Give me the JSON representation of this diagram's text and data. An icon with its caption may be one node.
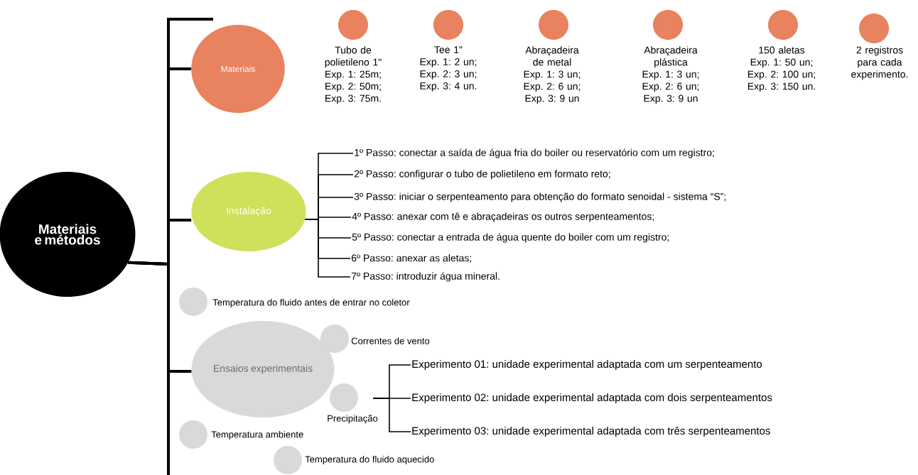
{
  "diagram": {
    "nodes": [
      {
        "text": [
          "Materiais e métodos"
        ]
      },
      {
        "text": [
          "Materiais"
        ]
      },
      {
        "text": [
          "Tubo de polietileno 1\"",
          "Exp. 1: 25m;",
          "Exp. 2: 50m;",
          "Exp. 3: 75m."
        ]
      },
      {
        "text": [
          "Tee 1\"",
          "Exp. 1: 2 un;",
          "Exp. 2: 3 un;",
          "Exp. 3: 4 un."
        ]
      },
      {
        "text": [
          "Abraçadeira de metal",
          "Exp. 1: 3 un;",
          "Exp. 2: 6 un;",
          "Exp. 3: 9 un"
        ]
      },
      {
        "text": [
          "Abraçadeira plástica",
          "Exp. 1: 3 un;",
          "Exp. 2: 6 un;",
          "Exp. 3: 9 un"
        ]
      },
      {
        "text": [
          "150 aletas",
          "Exp. 1: 50 un;",
          "Exp. 2: 100 un;",
          "Exp. 3: 150 un."
        ]
      },
      {
        "text": [
          "2 registros para cada experimento."
        ]
      },
      {
        "text": [
          "Instalação"
        ]
      },
      {
        "text": [
          "1º Passo: conectar a saída de água fria do boiler ou reservatório com um registro;"
        ]
      },
      {
        "text": [
          "2º Passo: configurar o tubo de polietileno em formato reto;"
        ]
      },
      {
        "text": [
          "3º Passo: iniciar o serpenteamento para obtenção do formato senoidal - sistema “S”;"
        ]
      },
      {
        "text": [
          "4º Passo: anexar com tê e abraçadeiras os outros serpenteamentos;"
        ]
      },
      {
        "text": [
          "5º Passo: conectar a entrada de água quente do boiler com um registro;"
        ]
      },
      {
        "text": [
          "6º Passo: anexar as aletas;"
        ]
      },
      {
        "text": [
          "7º Passo: introduzir água mineral."
        ]
      },
      {
        "text": [
          "Ensaios experimentais"
        ]
      },
      {
        "text": [],
        "shape": "circle",
        "beside": [
          "Temperatura do fluido antes de entrar no coletor"
        ]
      },
      {
        "text": [],
        "shape": "circle",
        "beside": [
          "Correntes de vento"
        ]
      },
      {
        "text": [],
        "shape": "circle",
        "beside": [
          "Precipitação"
        ]
      },
      {
        "text": [],
        "shape": "circle",
        "beside": [
          "Temperatura ambiente"
        ]
      },
      {
        "text": [],
        "shape": "circle",
        "beside": [
          "Temperatura do fluido aquecido"
        ]
      },
      {
        "text": [
          "Experimento 01: unidade experimental adaptada com um serpenteamento"
        ]
      },
      {
        "text": [
          "Experimento 02: unidade experimental adaptada com dois serpenteamentos"
        ]
      },
      {
        "text": [
          "Experimento 03: unidade experimental adaptada com três serpenteamentos"
        ]
      }
    ],
    "edges": [
      {
        "from": 0,
        "to": 1,
        "arrow": "none",
        "style": "thick"
      },
      {
        "from": 0,
        "to": 8,
        "arrow": "none",
        "style": "thick"
      },
      {
        "from": 0,
        "to": 16,
        "arrow": "none",
        "style": "thick"
      },
      {
        "from": 8,
        "to": 9,
        "arrow": "none"
      },
      {
        "from": 8,
        "to": 10,
        "arrow": "none"
      },
      {
        "from": 8,
        "to": 11,
        "arrow": "none"
      },
      {
        "from": 8,
        "to": 12,
        "arrow": "none"
      },
      {
        "from": 8,
        "to": 13,
        "arrow": "none"
      },
      {
        "from": 8,
        "to": 14,
        "arrow": "none"
      },
      {
        "from": 8,
        "to": 15,
        "arrow": "none"
      },
      {
        "from": null,
        "to": 22,
        "arrow": "none"
      },
      {
        "from": null,
        "to": 23,
        "arrow": "none"
      },
      {
        "from": null,
        "to": 24,
        "arrow": "none"
      }
    ]
  }
}
